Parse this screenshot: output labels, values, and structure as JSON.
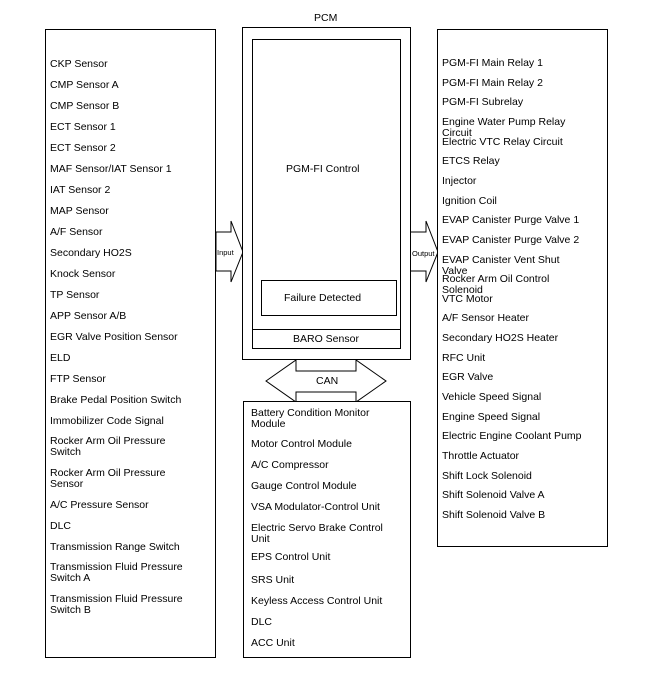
{
  "pcm": {
    "title": "PCM",
    "control_label": "PGM-FI Control",
    "failure_label": "Failure Detected",
    "baro_label": "BARO Sensor"
  },
  "arrows": {
    "input_label": "Input",
    "output_label": "Output",
    "can_label": "CAN"
  },
  "inputs": [
    "CKP Sensor",
    "CMP Sensor A",
    "CMP Sensor B",
    "ECT Sensor 1",
    "ECT Sensor 2",
    "MAF Sensor/IAT Sensor 1",
    "IAT Sensor 2",
    "MAP Sensor",
    "A/F Sensor",
    "Secondary HO2S",
    "Knock Sensor",
    "TP Sensor",
    "APP Sensor A/B",
    "EGR Valve Position Sensor",
    "ELD",
    "FTP Sensor",
    "Brake Pedal Position Switch",
    "Immobilizer Code Signal",
    "Rocker Arm Oil Pressure Switch",
    "Rocker Arm Oil Pressure Sensor",
    "A/C Pressure Sensor",
    "DLC",
    "Transmission Range Switch",
    "Transmission Fluid Pressure Switch A",
    "Transmission Fluid Pressure Switch B"
  ],
  "can_modules": [
    "Battery Condition Monitor Module",
    "Motor Control Module",
    "A/C Compressor",
    "Gauge Control Module",
    "VSA Modulator-Control Unit",
    "Electric Servo Brake Control Unit",
    "EPS Control Unit",
    "SRS Unit",
    "Keyless Access Control Unit",
    "DLC",
    "ACC Unit"
  ],
  "outputs": [
    "PGM-FI Main Relay 1",
    "PGM-FI Main Relay 2",
    "PGM-FI Subrelay",
    "Engine Water Pump Relay Circuit",
    "Electric VTC Relay Circuit",
    "ETCS Relay",
    "Injector",
    "Ignition Coil",
    "EVAP Canister Purge Valve 1",
    "EVAP Canister Purge Valve 2",
    "EVAP Canister Vent Shut Valve",
    "Rocker Arm Oil Control Solenoid",
    "VTC Motor",
    "A/F Sensor Heater",
    "Secondary HO2S Heater",
    "RFC Unit",
    "EGR Valve",
    "Vehicle Speed Signal",
    "Engine Speed Signal",
    "Electric Engine Coolant Pump",
    "Throttle Actuator",
    "Shift Lock Solenoid",
    "Shift Solenoid Valve A",
    "Shift Solenoid Valve B"
  ]
}
